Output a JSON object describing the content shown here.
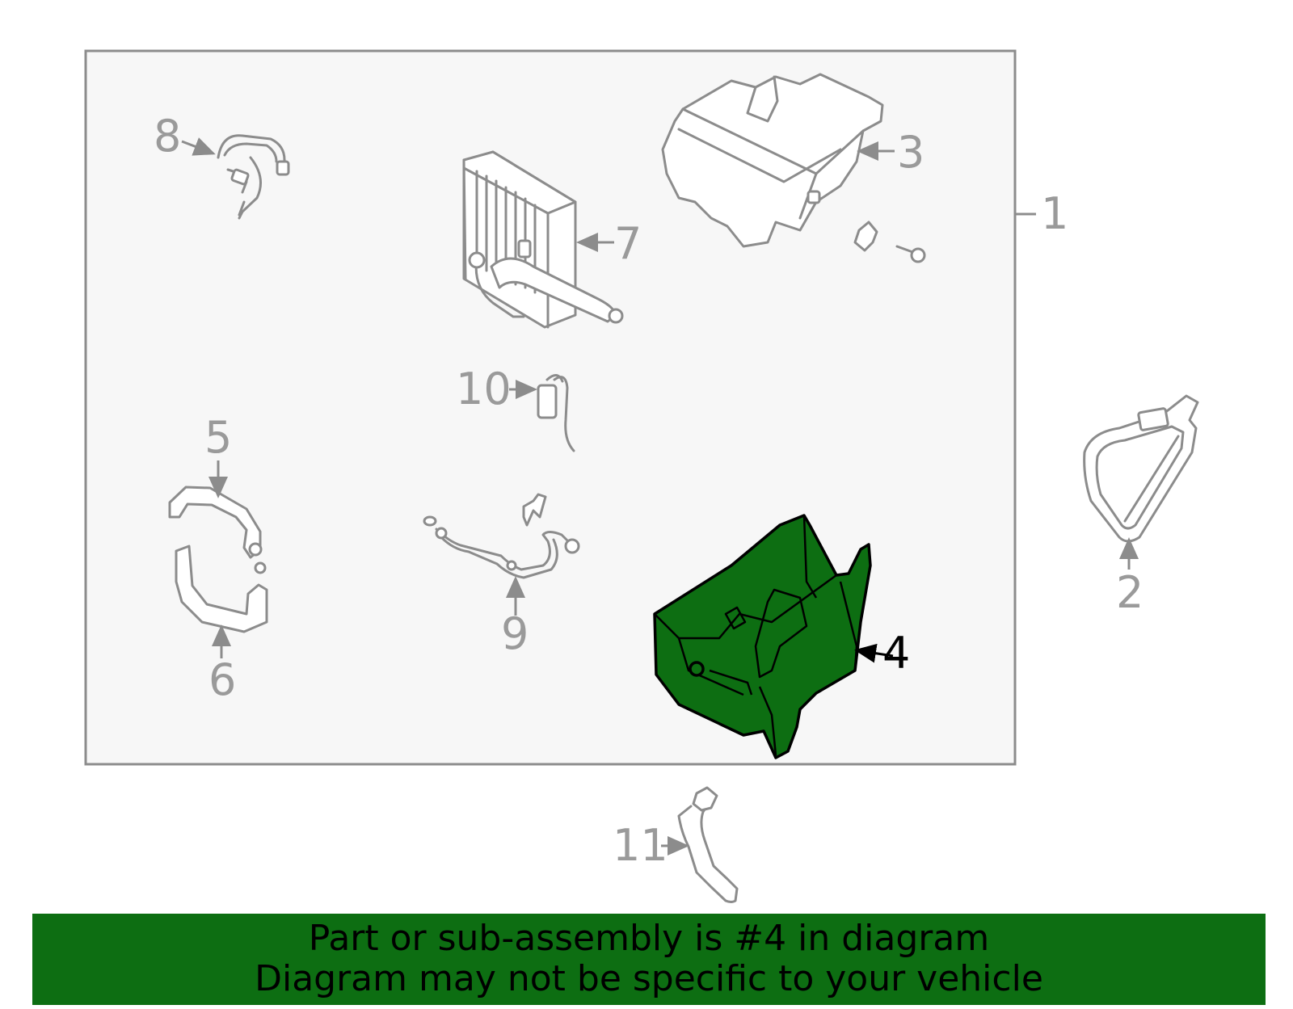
{
  "diagram": {
    "callouts": [
      "1",
      "2",
      "3",
      "4",
      "5",
      "6",
      "7",
      "8",
      "9",
      "10",
      "11"
    ],
    "highlighted_callout": "4",
    "highlight_color": "#0d6e12",
    "frame_color": "#f7f7f7",
    "label_color": "#9a9a9a"
  },
  "banner": {
    "line1": "Part or sub-assembly is #4 in diagram",
    "line2": "Diagram may not be specific to your vehicle",
    "background": "#0d6e12"
  }
}
